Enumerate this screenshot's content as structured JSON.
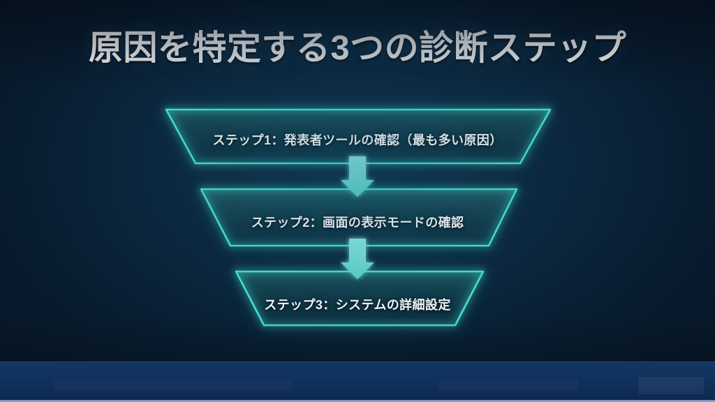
{
  "slide": {
    "title": "原因を特定する3つの診断ステップ",
    "background_color": "#0a2339",
    "accent_color": "#35e3d0",
    "arrow_color": "#7fe5dc",
    "title_color": "#ffffff",
    "bottom_bar_color": "#123763"
  },
  "funnel": {
    "type": "funnel",
    "direction": "top-to-bottom",
    "steps": [
      {
        "index": 1,
        "label": "ステップ1：発表者ツールの確認（最も多い原因）",
        "width_rank": "widest"
      },
      {
        "index": 2,
        "label": "ステップ2：画面の表示モードの確認",
        "width_rank": "medium"
      },
      {
        "index": 3,
        "label": "ステップ3：システムの詳細設定",
        "width_rank": "narrowest"
      }
    ],
    "connectors": [
      {
        "from": 1,
        "to": 2,
        "icon": "arrow-down-icon"
      },
      {
        "from": 2,
        "to": 3,
        "icon": "arrow-down-icon"
      }
    ]
  }
}
